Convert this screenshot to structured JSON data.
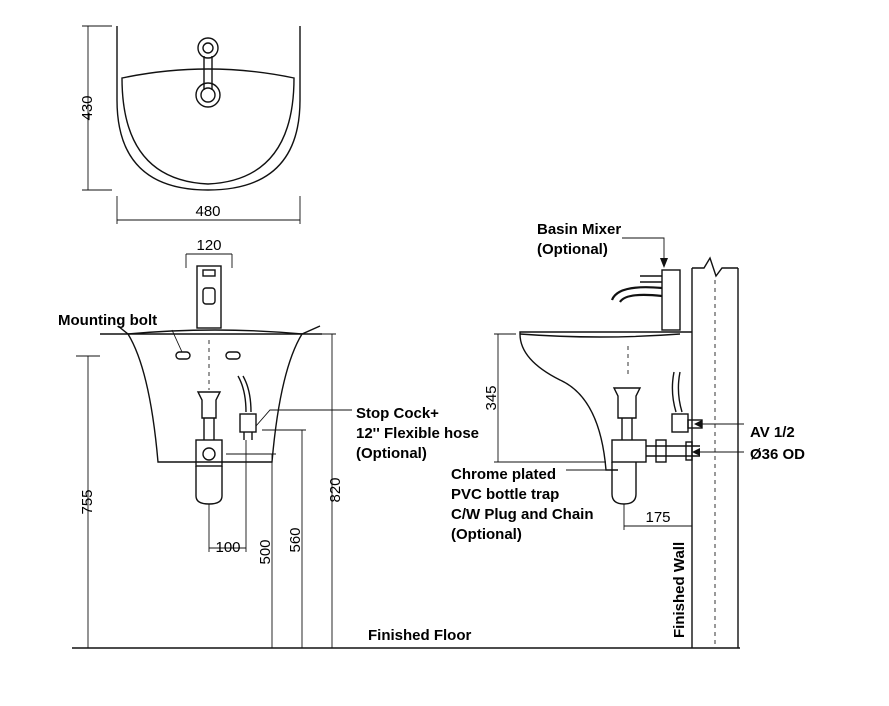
{
  "labels": {
    "mounting_bolt": "Mounting bolt",
    "stop_cock_1": "Stop Cock+",
    "stop_cock_2": "12'' Flexible hose",
    "stop_cock_3": "(Optional)",
    "basin_mixer_1": "Basin Mixer",
    "basin_mixer_2": "(Optional)",
    "av": "AV 1/2",
    "od": "Ø36 OD",
    "trap_1": "Chrome plated",
    "trap_2": "PVC bottle trap",
    "trap_3": "C/W Plug and Chain",
    "trap_4": "(Optional)",
    "finished_floor": "Finished Floor",
    "finished_wall": "Finished Wall"
  },
  "dimensions": {
    "depth": "430",
    "width": "480",
    "tap": "120",
    "height_755": "755",
    "waste_100": "100",
    "height_500": "500",
    "height_560": "560",
    "height_820": "820",
    "basin_345": "345",
    "wall_175": "175"
  }
}
